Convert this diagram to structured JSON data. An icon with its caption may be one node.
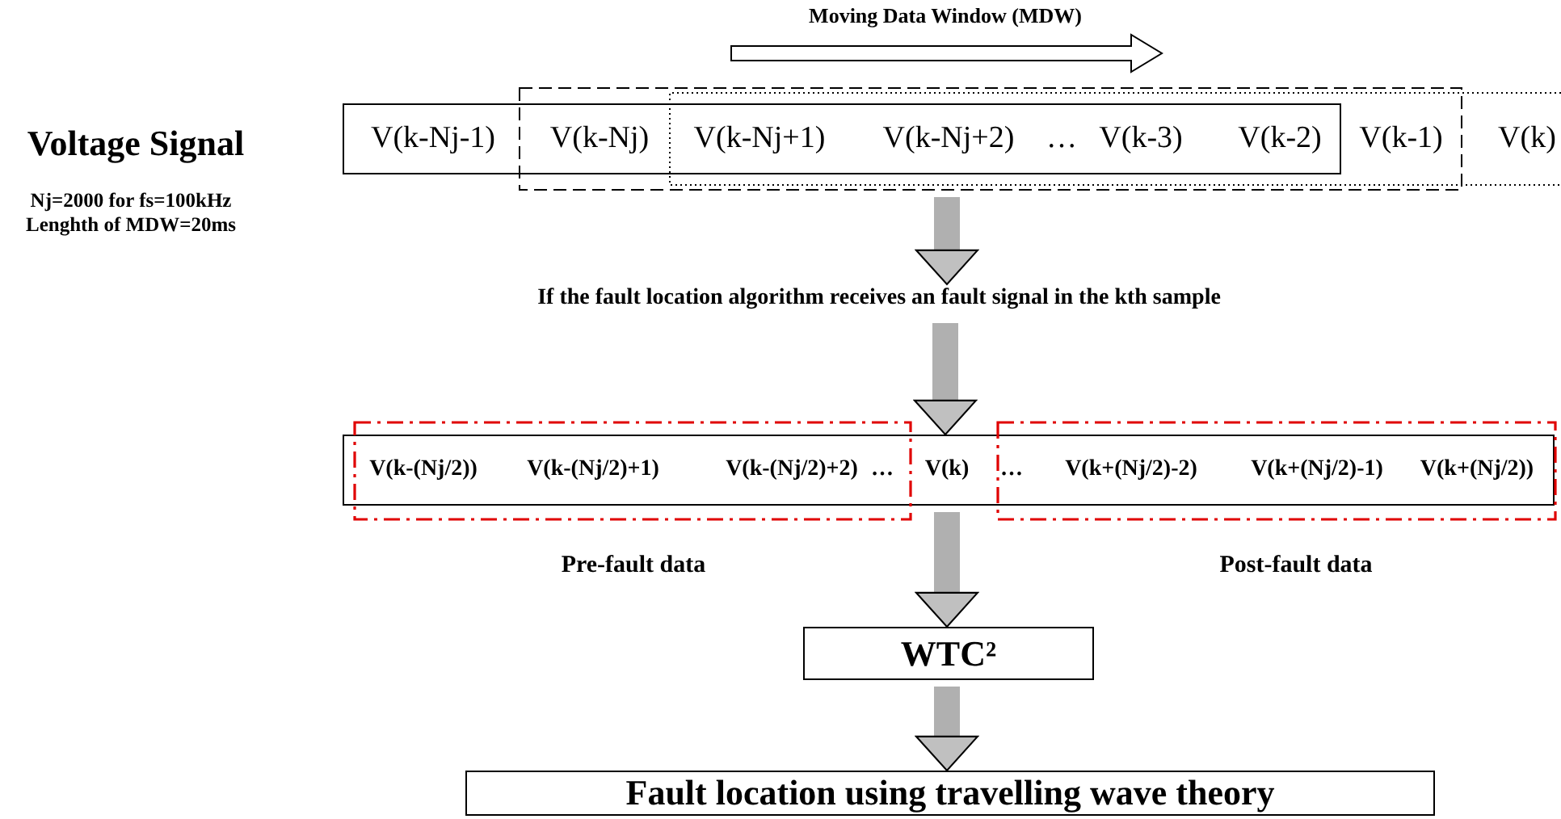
{
  "diagram": {
    "nodes": [
      {
        "text": [
          "V(k-Nj-1)",
          "V(k-Nj)",
          "V(k-Nj+1)",
          "V(k-Nj+2)",
          "…",
          "V(k-3)",
          "V(k-2)"
        ]
      },
      {
        "text": [],
        "shape": "box"
      },
      {
        "text": [],
        "shape": "box"
      },
      {
        "text": [
          "If the fault location algorithm receives an fault signal in the kth sample"
        ]
      },
      {
        "text": [
          "V(k)"
        ]
      },
      {
        "text": [
          "V(k-(Nj/2))",
          "V(k-(Nj/2)+1)",
          "V(k-(Nj/2)+2)",
          "…"
        ],
        "beside": [
          "Pre-fault data"
        ]
      },
      {
        "text": [
          "…",
          "V(k+(Nj/2)-2)",
          "V(k+(Nj/2)-1)",
          "V(k+(Nj/2))"
        ],
        "beside": [
          "Post-fault data"
        ]
      },
      {
        "text": [
          "WTC²"
        ]
      },
      {
        "text": [
          "Fault location using travelling wave theory"
        ]
      }
    ],
    "edges": [
      {
        "from": 1,
        "to": 3,
        "arrow": "to"
      },
      {
        "from": 3,
        "to": 4,
        "arrow": "to"
      },
      {
        "from": 4,
        "to": 7,
        "arrow": "to"
      },
      {
        "from": 7,
        "to": 8,
        "arrow": "to"
      }
    ],
    "labels": [
      "Moving Data Window (MDW)",
      "Voltage Signal",
      "V(k-1)",
      "V(k)",
      "Nj=2000 for fs=100kHz",
      "Lenghth of MDW=20ms"
    ]
  }
}
